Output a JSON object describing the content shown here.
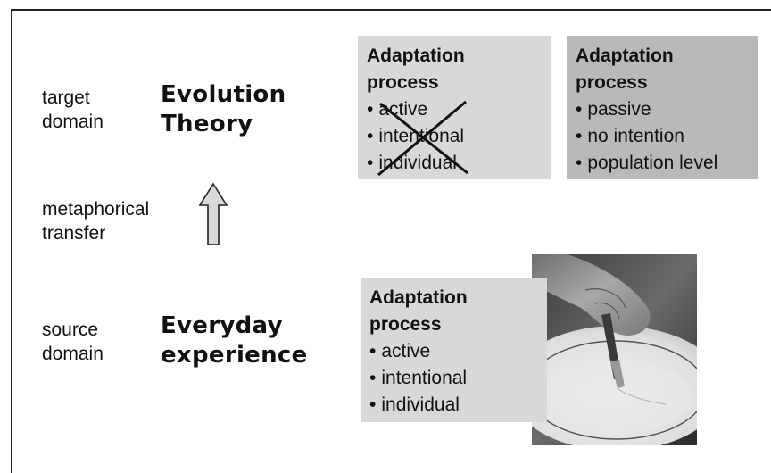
{
  "labels": {
    "target_domain": "target\ndomain",
    "metaphorical_transfer": "metaphorical\ntransfer",
    "source_domain": "source\ndomain"
  },
  "titles": {
    "evolution": "Evolution\nTheory",
    "everyday": "Everyday\nexperience"
  },
  "boxes": {
    "target_rejected": {
      "heading": "Adaptation\nprocess",
      "items": [
        "active",
        "intentional",
        "individual"
      ]
    },
    "target_correct": {
      "heading": "Adaptation\nprocess",
      "items": [
        "passive",
        "no intention",
        "population level"
      ]
    },
    "source": {
      "heading": "Adaptation\nprocess",
      "items": [
        "active",
        "intentional",
        "individual"
      ]
    }
  },
  "colors": {
    "box_light": "#d8d8d8",
    "box_dark": "#b9b9b9",
    "arrow_fill": "#d9d9d9"
  }
}
